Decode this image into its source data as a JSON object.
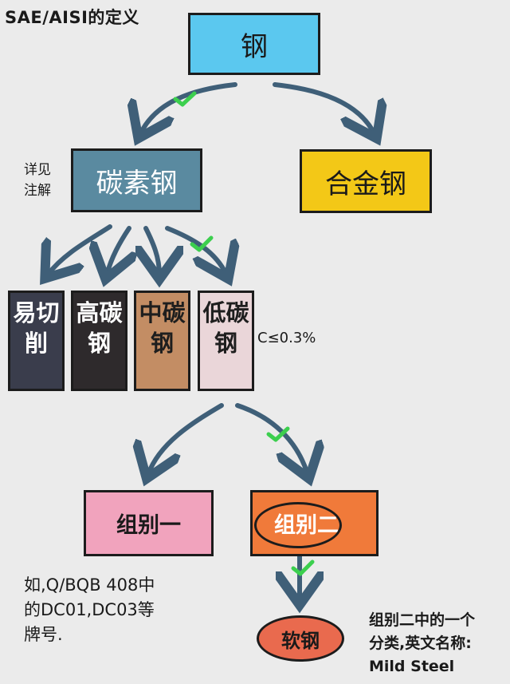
{
  "title": "SAE/AISI的定义",
  "nodes": {
    "steel": {
      "label": "钢",
      "color": "#5bc8ef"
    },
    "carbon_steel": {
      "label": "碳素钢",
      "color": "#5a8aa0"
    },
    "alloy_steel": {
      "label": "合金钢",
      "color": "#f3c817"
    },
    "free_cutting": {
      "label": "易切削",
      "color": "#3a3d4c"
    },
    "high_carbon": {
      "label": "高碳钢",
      "color": "#2e2a2c"
    },
    "medium_carbon": {
      "label": "中碳钢",
      "color": "#c38d64"
    },
    "low_carbon": {
      "label": "低碳钢",
      "color": "#ead6d9"
    },
    "group_one": {
      "label": "组别一",
      "color": "#f1a3bd"
    },
    "group_two": {
      "label": "组别二",
      "color": "#f07a3a"
    },
    "mild_steel": {
      "label": "软钢",
      "color": "#e96a4e"
    }
  },
  "notes": {
    "carbon_note": [
      "详见",
      "注解"
    ],
    "low_carbon_note": "C≤0.3%",
    "group_one_note": [
      "如,Q/BQB 408中",
      "的DC01,DC03等",
      "牌号."
    ],
    "mild_steel_note": [
      "组别二中的一个",
      "分类,英文名称:",
      "Mild Steel"
    ]
  },
  "colors": {
    "arrow": "#3f5f78",
    "check": "#3ccf4e",
    "outline": "#1c1c1c"
  }
}
